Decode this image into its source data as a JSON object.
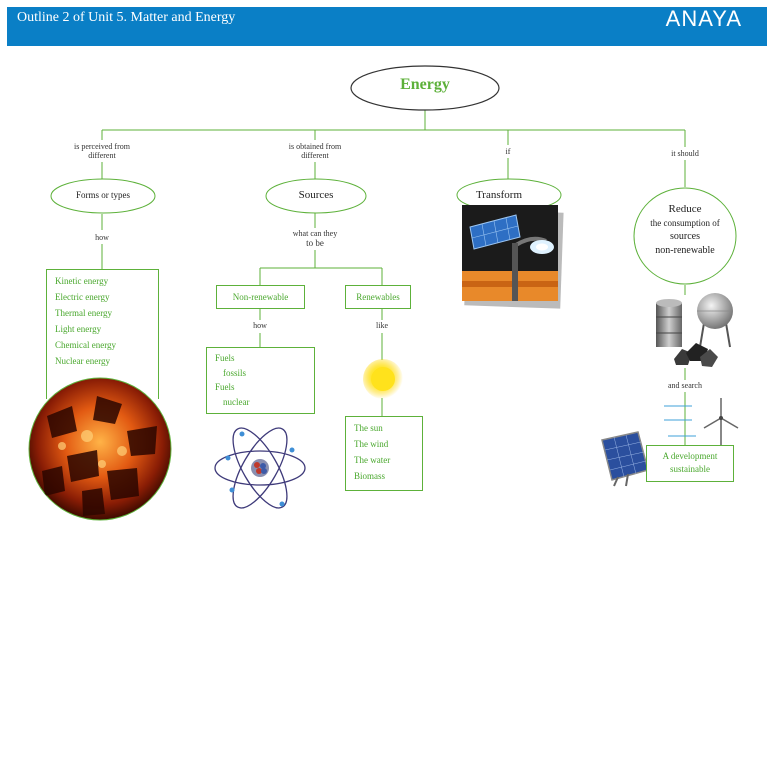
{
  "header": {
    "title": "Outline 2 of Unit 5. Matter and Energy",
    "brand": "ANAYA",
    "color": "#0a7fc6"
  },
  "root": {
    "label": "Energy"
  },
  "links": {
    "perceived_1": "is perceived from",
    "perceived_2": "different",
    "obtained_1": "is obtained from",
    "obtained_2": "different",
    "if": "if",
    "should": "it should",
    "how_1": "how",
    "what_1": "what can they",
    "what_2": "to be",
    "how_2": "how",
    "like": "like",
    "search": "and search"
  },
  "nodes": {
    "forms": "Forms or types",
    "sources": "Sources",
    "transform": "Transform",
    "reduce_1": "Reduce",
    "reduce_2": "the consumption of",
    "reduce_3": "sources",
    "reduce_4": "non-renewable",
    "non_renewable": "Non-renewable",
    "renewables": "Renewables",
    "development_1": "A development",
    "development_2": "sustainable"
  },
  "forms_list": [
    "Kinetic energy",
    "Electric energy",
    "Thermal energy",
    "Light energy",
    "Chemical energy",
    "Nuclear energy"
  ],
  "fuels_list": [
    "Fuels",
    "fossils",
    "Fuels",
    "nuclear"
  ],
  "renewables_list": [
    "The sun",
    "The wind",
    "The water",
    "Biomass"
  ],
  "icons": [
    "fire-image",
    "atom-icon",
    "sun-icon",
    "solar-lamp-image",
    "oil-tank-icon",
    "coal-icon",
    "wind-turbine-icon",
    "solar-panel-icon"
  ],
  "colors": {
    "accent": "#5db13a",
    "text_green": "#4aa82e"
  }
}
